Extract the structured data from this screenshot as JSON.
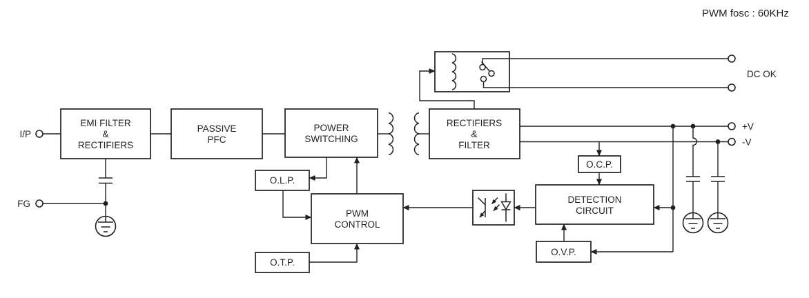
{
  "annotation": {
    "pwm_fosc": "PWM fosc : 60KHz"
  },
  "terminals": {
    "ip": {
      "label": "I/P"
    },
    "fg": {
      "label": "FG"
    },
    "dc_ok": {
      "label": "DC OK"
    },
    "v_plus": {
      "label": "+V"
    },
    "v_minus": {
      "label": "-V"
    }
  },
  "blocks": {
    "emi_filter": {
      "lines": [
        "EMI FILTER",
        "&",
        "RECTIFIERS"
      ]
    },
    "passive_pfc": {
      "lines": [
        "PASSIVE",
        "PFC"
      ]
    },
    "power_switching": {
      "lines": [
        "POWER",
        "SWITCHING"
      ]
    },
    "rectifiers_filter": {
      "lines": [
        "RECTIFIERS",
        "&",
        "FILTER"
      ]
    },
    "pwm_control": {
      "lines": [
        "PWM",
        "CONTROL"
      ]
    },
    "detection_circuit": {
      "lines": [
        "DETECTION",
        "CIRCUIT"
      ]
    },
    "olp": {
      "label": "O.L.P."
    },
    "otp": {
      "label": "O.T.P."
    },
    "ocp": {
      "label": "O.C.P."
    },
    "ovp": {
      "label": "O.V.P."
    }
  },
  "icons": {
    "transformer-icon": "two coupled coil windings",
    "relay-icon": "relay coil with switch contacts",
    "optocoupler-icon": "LED with phototransistor",
    "earth-ground-icon": "earth ground in circle",
    "capacitor-icon": "parallel plate capacitor"
  },
  "colors": {
    "line": "#231f20",
    "background": "#ffffff"
  }
}
